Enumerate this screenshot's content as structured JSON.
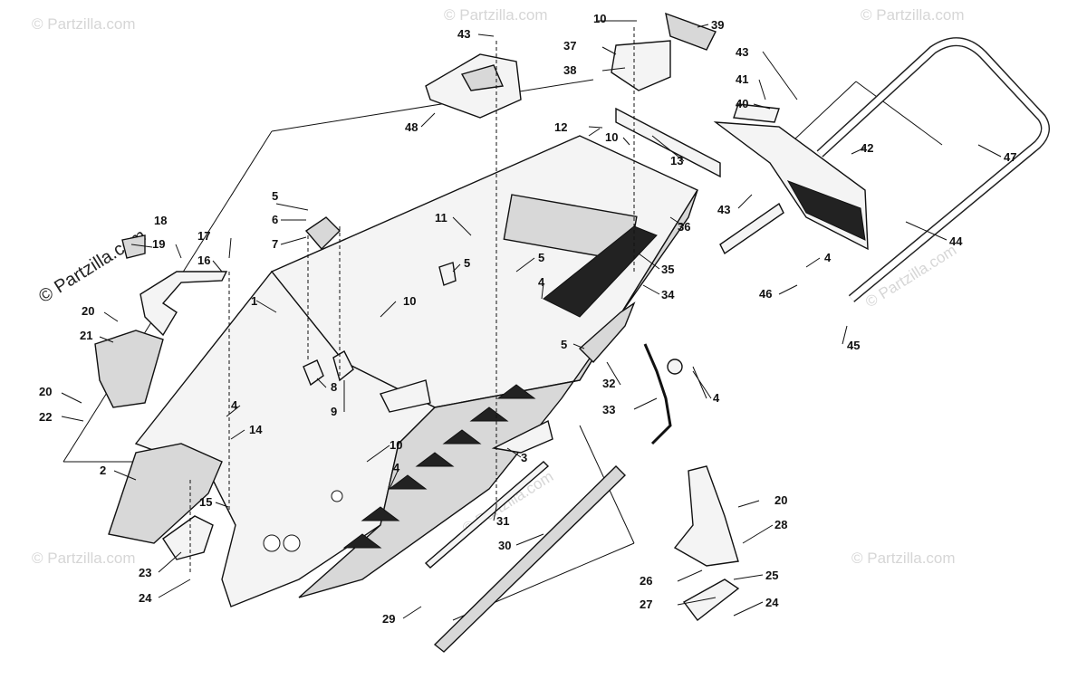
{
  "watermark_text": "© Partzilla.com",
  "callouts": [
    {
      "id": "c1",
      "label": "1"
    },
    {
      "id": "c2",
      "label": "2"
    },
    {
      "id": "c3",
      "label": "3"
    },
    {
      "id": "c4a",
      "label": "4"
    },
    {
      "id": "c4b",
      "label": "4"
    },
    {
      "id": "c4c",
      "label": "4"
    },
    {
      "id": "c4d",
      "label": "4"
    },
    {
      "id": "c4e",
      "label": "4"
    },
    {
      "id": "c5a",
      "label": "5"
    },
    {
      "id": "c5b",
      "label": "5"
    },
    {
      "id": "c5c",
      "label": "5"
    },
    {
      "id": "c5d",
      "label": "5"
    },
    {
      "id": "c6",
      "label": "6"
    },
    {
      "id": "c7",
      "label": "7"
    },
    {
      "id": "c8",
      "label": "8"
    },
    {
      "id": "c9",
      "label": "9"
    },
    {
      "id": "c10a",
      "label": "10"
    },
    {
      "id": "c10b",
      "label": "10"
    },
    {
      "id": "c10c",
      "label": "10"
    },
    {
      "id": "c10d",
      "label": "10"
    },
    {
      "id": "c11",
      "label": "11"
    },
    {
      "id": "c12",
      "label": "12"
    },
    {
      "id": "c13",
      "label": "13"
    },
    {
      "id": "c14",
      "label": "14"
    },
    {
      "id": "c15",
      "label": "15"
    },
    {
      "id": "c16",
      "label": "16"
    },
    {
      "id": "c17",
      "label": "17"
    },
    {
      "id": "c18",
      "label": "18"
    },
    {
      "id": "c19",
      "label": "19"
    },
    {
      "id": "c20a",
      "label": "20"
    },
    {
      "id": "c20b",
      "label": "20"
    },
    {
      "id": "c20c",
      "label": "20"
    },
    {
      "id": "c21",
      "label": "21"
    },
    {
      "id": "c22",
      "label": "22"
    },
    {
      "id": "c23",
      "label": "23"
    },
    {
      "id": "c24a",
      "label": "24"
    },
    {
      "id": "c24b",
      "label": "24"
    },
    {
      "id": "c25",
      "label": "25"
    },
    {
      "id": "c26",
      "label": "26"
    },
    {
      "id": "c27",
      "label": "27"
    },
    {
      "id": "c28",
      "label": "28"
    },
    {
      "id": "c29",
      "label": "29"
    },
    {
      "id": "c30",
      "label": "30"
    },
    {
      "id": "c31",
      "label": "31"
    },
    {
      "id": "c32",
      "label": "32"
    },
    {
      "id": "c33",
      "label": "33"
    },
    {
      "id": "c34",
      "label": "34"
    },
    {
      "id": "c35",
      "label": "35"
    },
    {
      "id": "c36",
      "label": "36"
    },
    {
      "id": "c37",
      "label": "37"
    },
    {
      "id": "c38",
      "label": "38"
    },
    {
      "id": "c39",
      "label": "39"
    },
    {
      "id": "c40",
      "label": "40"
    },
    {
      "id": "c41",
      "label": "41"
    },
    {
      "id": "c42",
      "label": "42"
    },
    {
      "id": "c43a",
      "label": "43"
    },
    {
      "id": "c43b",
      "label": "43"
    },
    {
      "id": "c43c",
      "label": "43"
    },
    {
      "id": "c44",
      "label": "44"
    },
    {
      "id": "c45",
      "label": "45"
    },
    {
      "id": "c46",
      "label": "46"
    },
    {
      "id": "c47",
      "label": "47"
    },
    {
      "id": "c48",
      "label": "48"
    }
  ]
}
